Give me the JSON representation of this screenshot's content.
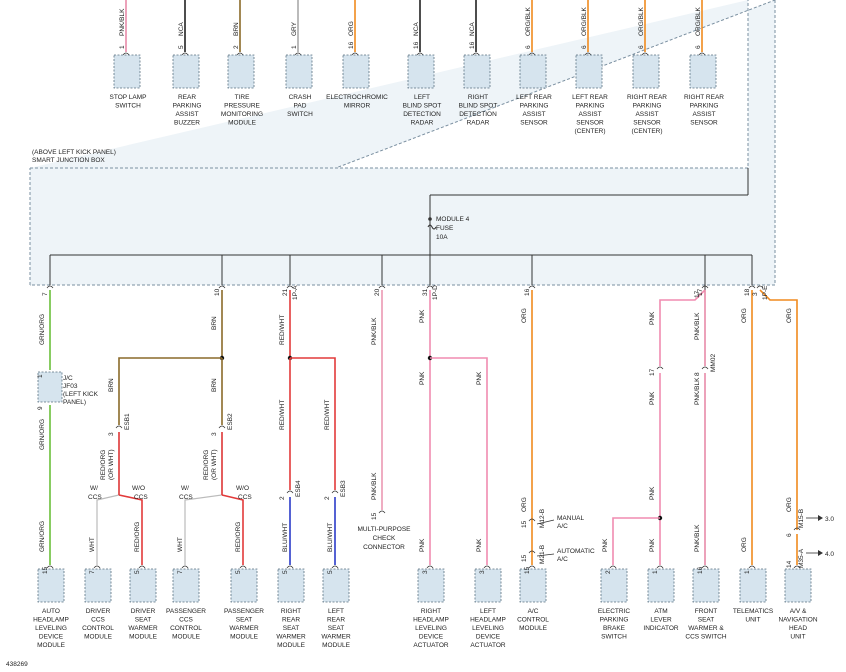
{
  "figure_id": "438269",
  "top_connectors": [
    {
      "pin": "1",
      "color": "PNK/BLK",
      "wire": "#e88aa8",
      "label": [
        "STOP LAMP",
        "SWITCH"
      ]
    },
    {
      "pin": "5",
      "color": "NCA",
      "wire": "#222222",
      "label": [
        "REAR",
        "PARKING",
        "ASSIST",
        "BUZZER"
      ]
    },
    {
      "pin": "2",
      "color": "BRN",
      "wire": "#8a6a2a",
      "label": [
        "TIRE",
        "PRESSURE",
        "MONITORING",
        "MODULE"
      ]
    },
    {
      "pin": "1",
      "color": "GRY",
      "wire": "#aaaaaa",
      "label": [
        "CRASH",
        "PAD",
        "SWITCH"
      ]
    },
    {
      "pin": "16",
      "color": "ORG",
      "wire": "#f08a1e",
      "label": [
        "ELECTROCHROMIC",
        "MIRROR"
      ]
    },
    {
      "pin": "16",
      "color": "NCA",
      "wire": "#222222",
      "label": [
        "LEFT",
        "BLIND SPOT",
        "DETECTION",
        "RADAR"
      ]
    },
    {
      "pin": "16",
      "color": "NCA",
      "wire": "#222222",
      "label": [
        "RIGHT",
        "BLIND SPOT",
        "DETECTION",
        "RADAR"
      ]
    },
    {
      "pin": "6",
      "color": "ORG/BLK",
      "wire": "#f08a1e",
      "label": [
        "LEFT REAR",
        "PARKING",
        "ASSIST",
        "SENSOR"
      ]
    },
    {
      "pin": "6",
      "color": "ORG/BLK",
      "wire": "#f08a1e",
      "label": [
        "LEFT REAR",
        "PARKING",
        "ASSIST",
        "SENSOR",
        "(CENTER)"
      ]
    },
    {
      "pin": "6",
      "color": "ORG/BLK",
      "wire": "#f08a1e",
      "label": [
        "RIGHT REAR",
        "PARKING",
        "ASSIST",
        "SENSOR",
        "(CENTER)"
      ]
    },
    {
      "pin": "6",
      "color": "ORG/BLK",
      "wire": "#f08a1e",
      "label": [
        "RIGHT REAR",
        "PARKING",
        "ASSIST",
        "SENSOR"
      ]
    }
  ],
  "sjb": {
    "location": "(ABOVE LEFT KICK PANEL)",
    "name": "SMART JUNCTION BOX",
    "fuse_label": [
      "MODULE 4",
      "FUSE",
      "10A"
    ]
  },
  "sjb_pins": [
    {
      "pin": "7",
      "conn": ""
    },
    {
      "pin": "10",
      "conn": ""
    },
    {
      "pin": "21",
      "conn": "1P-A"
    },
    {
      "pin": "20",
      "conn": ""
    },
    {
      "pin": "31",
      "conn": "1P-D"
    },
    {
      "pin": "16",
      "conn": ""
    },
    {
      "pin": "17",
      "conn": ""
    },
    {
      "pin": "18",
      "conn": ""
    },
    {
      "pin": "3",
      "conn": "1P-E"
    }
  ],
  "junction": {
    "name": [
      "J/C",
      "JF03",
      "(LEFT KICK",
      "PANEL)"
    ],
    "pin_top": "1",
    "pin_bottom": "9"
  },
  "wire_labels": {
    "grn_org": "GRN/ORG",
    "brn": "BRN",
    "red_wht": "RED/WHT",
    "pnk_blk": "PNK/BLK",
    "pnk": "PNK",
    "org": "ORG",
    "red_org_or_wht": [
      "RED/ORG",
      "(OR WHT)"
    ],
    "wht": "WHT",
    "red_org": "RED/ORG",
    "blu_wht": "BLU/WHT"
  },
  "inline_connectors": {
    "e_sb1": "ESB1",
    "e_sb2": "ESB2",
    "e_sb4": "ESB4",
    "e_sb3": "ESB3",
    "m_mo2": "MM02",
    "m_m2b": "M12-B",
    "m_m21b": "M21-B",
    "m_m35": "M35-A",
    "m_m15": "M15-B"
  },
  "options": {
    "w_ccs": [
      "W/",
      "CCS"
    ],
    "wo_ccs": [
      "W/O",
      "CCS"
    ],
    "manual_ac": [
      "MANUAL",
      "A/C"
    ],
    "auto_ac": [
      "AUTOMATIC",
      "A/C"
    ]
  },
  "refs": {
    "r30": "3.0",
    "r40": "4.0"
  },
  "mpcc_label": [
    "MULTI-PURPOSE",
    "CHECK",
    "CONNECTOR"
  ],
  "bottom_connectors": [
    {
      "pin": "15",
      "label": [
        "AUTO",
        "HEADLAMP",
        "LEVELING",
        "DEVICE",
        "MODULE"
      ]
    },
    {
      "pin": "7",
      "label": [
        "DRIVER",
        "CCS",
        "CONTROL",
        "MODULE"
      ]
    },
    {
      "pin": "5",
      "label": [
        "DRIVER",
        "SEAT",
        "WARMER",
        "MODULE"
      ]
    },
    {
      "pin": "7",
      "label": [
        "PASSENGER",
        "CCS",
        "CONTROL",
        "MODULE"
      ]
    },
    {
      "pin": "5",
      "label": [
        "PASSENGER",
        "SEAT",
        "WARMER",
        "MODULE"
      ]
    },
    {
      "pin": "5",
      "label": [
        "RIGHT",
        "REAR",
        "SEAT",
        "WARMER",
        "MODULE"
      ]
    },
    {
      "pin": "5",
      "label": [
        "LEFT",
        "REAR",
        "SEAT",
        "WARMER",
        "MODULE"
      ]
    },
    {
      "pin": "3",
      "label": [
        "RIGHT",
        "HEADLAMP",
        "LEVELING",
        "DEVICE",
        "ACTUATOR"
      ]
    },
    {
      "pin": "3",
      "label": [
        "LEFT",
        "HEADLAMP",
        "LEVELING",
        "DEVICE",
        "ACTUATOR"
      ]
    },
    {
      "pin": "15",
      "label": [
        "A/C",
        "CONTROL",
        "MODULE"
      ]
    },
    {
      "pin": "2",
      "label": [
        "ELECTRIC",
        "PARKING",
        "BRAKE",
        "SWITCH"
      ]
    },
    {
      "pin": "1",
      "label": [
        "ATM",
        "LEVER",
        "INDICATOR"
      ]
    },
    {
      "pin": "16",
      "label": [
        "FRONT",
        "SEAT",
        "WARMER &",
        "CCS SWITCH"
      ]
    },
    {
      "pin": "1",
      "label": [
        "TELEMATICS",
        "UNIT"
      ]
    },
    {
      "pin": "14",
      "label": [
        "A/V &",
        "NAVIGATION",
        "HEAD",
        "UNIT"
      ]
    }
  ],
  "bottom_pins_extra": {
    "ac_manual_pin": "15",
    "ac_auto_pin": "15",
    "epb_pin_upper": "17",
    "mm02_pin": "8",
    "av_pin_upper": "6"
  }
}
